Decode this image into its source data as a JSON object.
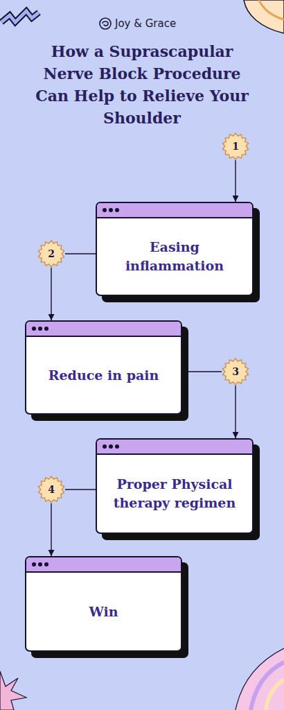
{
  "diagram": {
    "title": "How a Suprascapular Nerve Block Procedure Can Help to Relieve Your Shoulder",
    "nodes": [
      {
        "text": [
          "1"
        ]
      },
      {
        "text": [
          "Easing inflammation"
        ]
      },
      {
        "text": [
          "2"
        ]
      },
      {
        "text": [
          "Reduce in pain"
        ]
      },
      {
        "text": [
          "3"
        ]
      },
      {
        "text": [
          "Proper Physical therapy regimen"
        ]
      },
      {
        "text": [
          "4"
        ]
      },
      {
        "text": [
          "Win"
        ]
      }
    ],
    "edges": [
      {
        "from": 0,
        "to": 1,
        "arrow": "to"
      },
      {
        "from": 1,
        "to": 2,
        "arrow": "none"
      },
      {
        "from": 2,
        "to": 3,
        "arrow": "to"
      },
      {
        "from": 3,
        "to": 4,
        "arrow": "none"
      },
      {
        "from": 4,
        "to": 5,
        "arrow": "to"
      },
      {
        "from": 5,
        "to": 6,
        "arrow": "none"
      },
      {
        "from": 6,
        "to": 7,
        "arrow": "to"
      }
    ],
    "labels": [
      "Joy & Grace"
    ]
  }
}
